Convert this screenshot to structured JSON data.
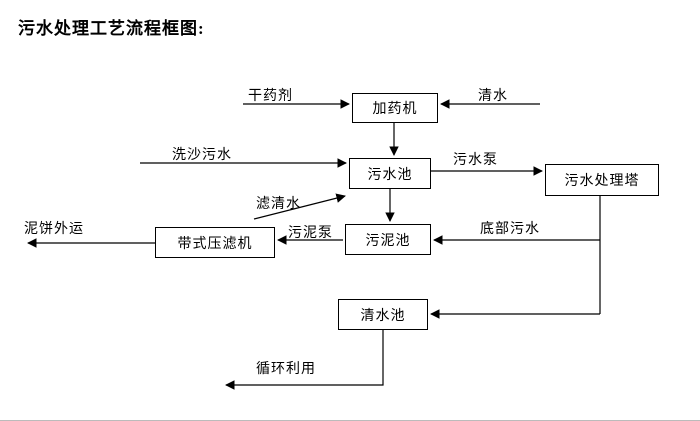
{
  "title": "污水处理工艺流程框图:",
  "nodes": {
    "dosing_machine": {
      "label": "加药机"
    },
    "sewage_pool": {
      "label": "污水池"
    },
    "treatment_tower": {
      "label": "污水处理塔"
    },
    "sludge_pool": {
      "label": "污泥池"
    },
    "belt_filter_press": {
      "label": "带式压滤机"
    },
    "clean_water_pool": {
      "label": "清水池"
    }
  },
  "edge_labels": {
    "dry_agent": "干药剂",
    "clean_water": "清水",
    "sand_washing_sewage": "洗沙污水",
    "sewage_pump": "污水泵",
    "filtered_water": "滤清水",
    "sludge_pump": "污泥泵",
    "bottom_sewage": "底部污水",
    "mud_cake_out": "泥饼外运",
    "recycle_use": "循环利用"
  },
  "colors": {
    "line": "#000000",
    "box_border": "#000000",
    "background": "#ffffff",
    "text": "#000000"
  }
}
